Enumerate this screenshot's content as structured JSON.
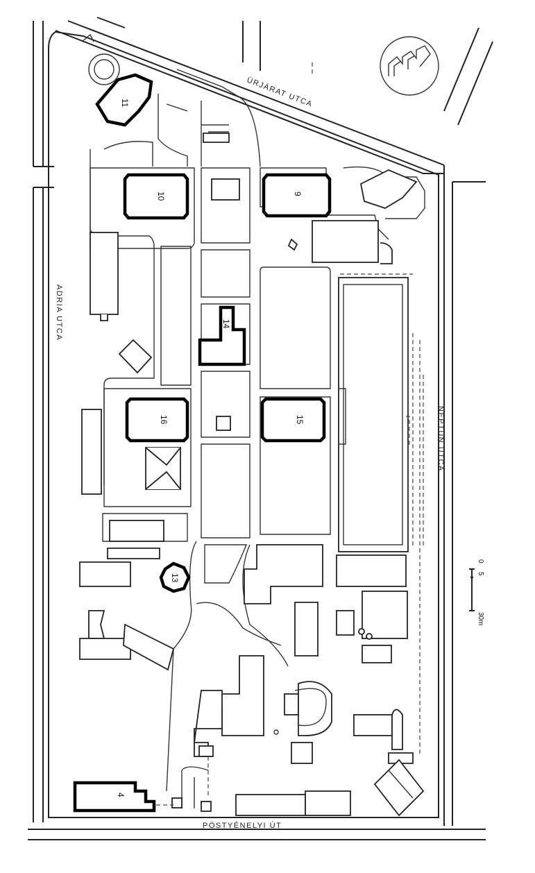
{
  "streets": {
    "north": "ÜRJÁRAT UTCA",
    "west": "ADRIA UTCA",
    "east": "NEPTUN UTCA",
    "south": "PÖSTYÉNELYI ÚT"
  },
  "buildings": {
    "b11": "11",
    "b10": "10",
    "b9": "9",
    "b14": "14",
    "b16": "16",
    "b15": "15",
    "b13": "13",
    "b4": "4"
  },
  "scale": {
    "start": "0",
    "mid": "5",
    "end": "30m"
  },
  "logo": "university-logo"
}
